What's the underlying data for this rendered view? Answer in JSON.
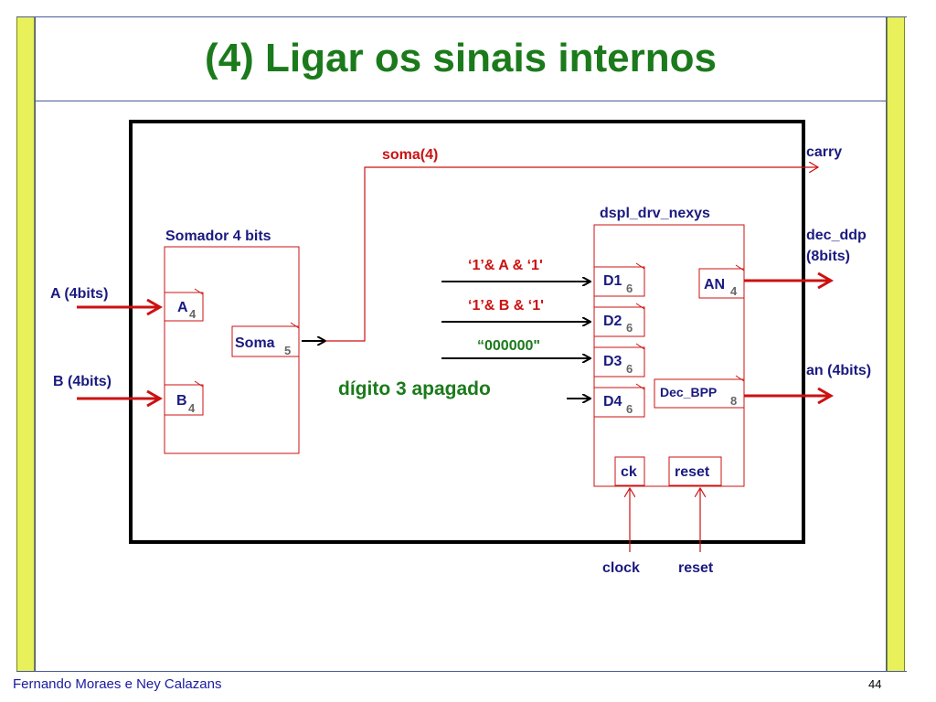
{
  "slide": {
    "title": "(4) Ligar os sinais internos",
    "footer_author": "Fernando Moraes e Ney Calazans",
    "page_number": "44"
  },
  "colors": {
    "title": "#1b7a1b",
    "signal_red": "#cc1111",
    "text_blue": "#1a1a80",
    "accent_bar": "#e8f05a"
  },
  "diagram": {
    "inputs": {
      "a": "A (4bits)",
      "b": "B (4bits)",
      "clock": "clock",
      "reset": "reset"
    },
    "outputs": {
      "carry": "carry",
      "dec_ddp": "dec_ddp",
      "dec_ddp_width": "(8bits)",
      "an": "an (4bits)"
    },
    "signals": {
      "soma4": "soma(4)",
      "d1_expr": "‘1’& A & ‘1'",
      "d2_expr": "‘1’& B & ‘1'",
      "d3_expr": "“000000\""
    },
    "note": "dígito 3 apagado",
    "somador": {
      "name": "Somador 4 bits",
      "ports": [
        {
          "name": "A",
          "width": "4"
        },
        {
          "name": "B",
          "width": "4"
        },
        {
          "name": "Soma",
          "width": "5"
        }
      ]
    },
    "display": {
      "name": "dspl_drv_nexys",
      "inputs": [
        {
          "name": "D1",
          "width": "6"
        },
        {
          "name": "D2",
          "width": "6"
        },
        {
          "name": "D3",
          "width": "6"
        },
        {
          "name": "D4",
          "width": "6"
        }
      ],
      "outputs": [
        {
          "name": "AN",
          "width": "4"
        },
        {
          "name": "Dec_BPP",
          "width": "8"
        }
      ],
      "ck": "ck",
      "reset": "reset"
    }
  }
}
